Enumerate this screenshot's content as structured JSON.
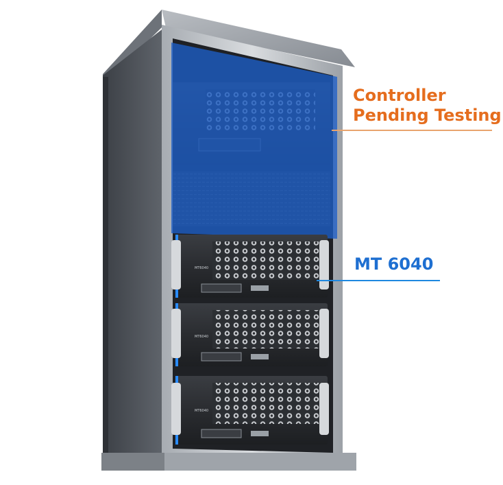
{
  "callouts": {
    "controller": {
      "line1": "Controller",
      "line2": "Pending Testing",
      "color": "#e56d1e"
    },
    "device": {
      "label": "MT 6040",
      "color": "#1e6fd1"
    }
  },
  "devices": {
    "front_label": "MT6040",
    "units": [
      "unit-1",
      "unit-2",
      "unit-3"
    ]
  },
  "colors": {
    "overlay": "#1d5fc8",
    "cabinet": "#555a61",
    "accent_led": "#2a8cff"
  }
}
